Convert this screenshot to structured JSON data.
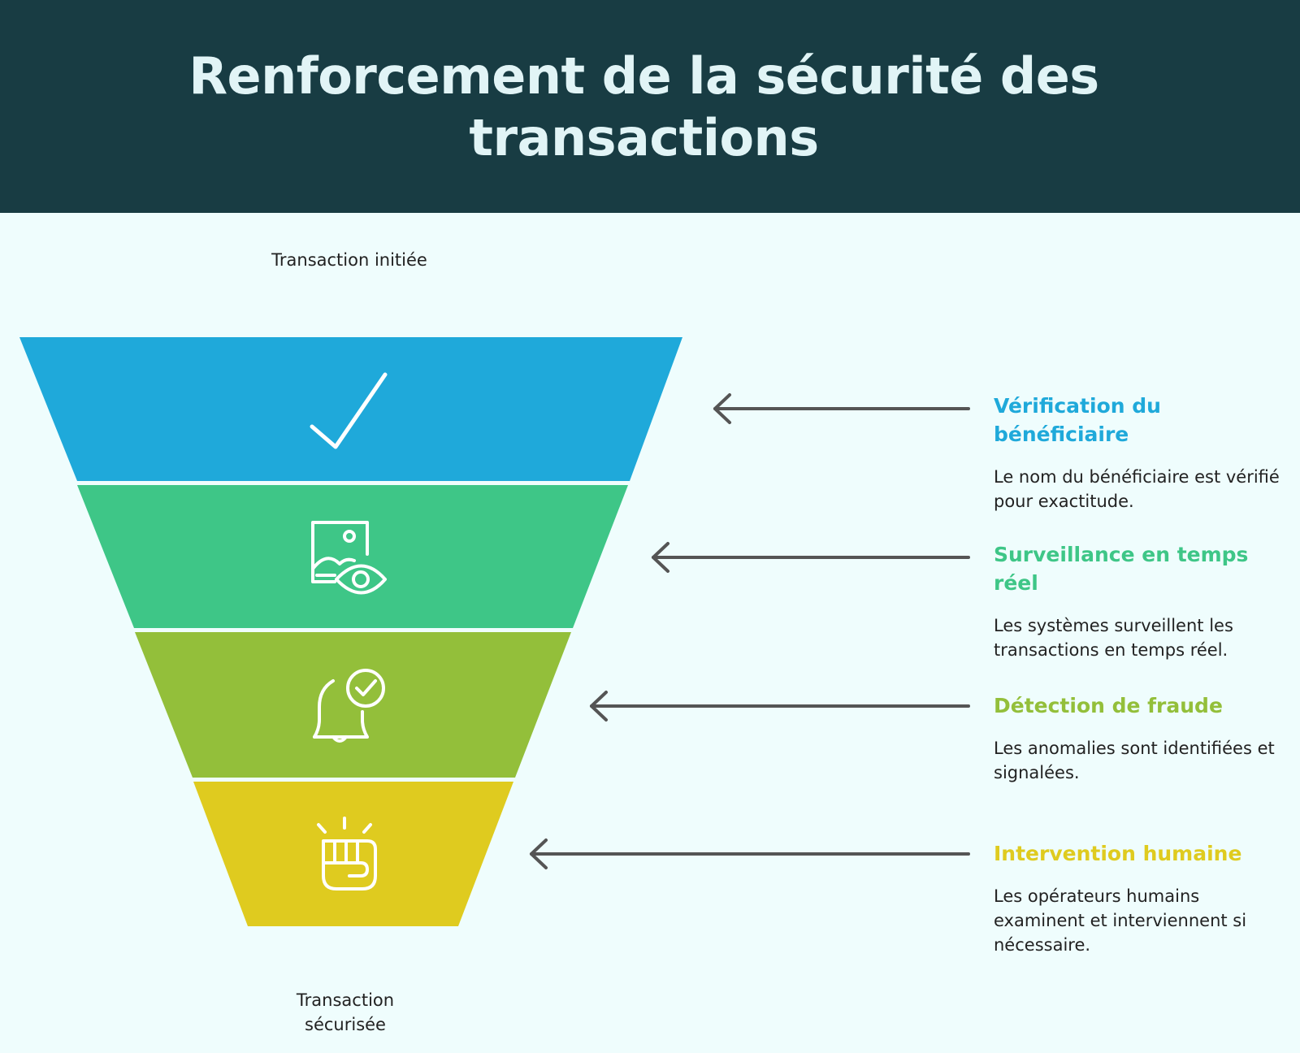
{
  "header": {
    "title": "Renforcement de la sécurité des transactions",
    "background": "#183c43"
  },
  "funnel": {
    "top_label": "Transaction initiée",
    "bottom_label": "Transaction sécurisée",
    "stages": [
      {
        "title": "Vérification du bénéficiaire",
        "description": "Le nom du bénéficiaire est vérifié pour exactitude.",
        "color": "#1fa9da",
        "title_color": "#1fa9da",
        "icon": "checkmark-icon"
      },
      {
        "title": "Surveillance en temps réel",
        "description": "Les systèmes surveillent les transactions en temps réel.",
        "color": "#3ec687",
        "title_color": "#3ec687",
        "icon": "image-eye-icon"
      },
      {
        "title": "Détection de fraude",
        "description": "Les anomalies sont identifiées et signalées.",
        "color": "#93bf3a",
        "title_color": "#93bf3a",
        "icon": "bell-check-icon"
      },
      {
        "title": "Intervention humaine",
        "description": "Les opérateurs humains examinent et interviennent si nécessaire.",
        "color": "#dfcb1f",
        "title_color": "#dfcb1f",
        "icon": "fist-icon"
      }
    ]
  }
}
